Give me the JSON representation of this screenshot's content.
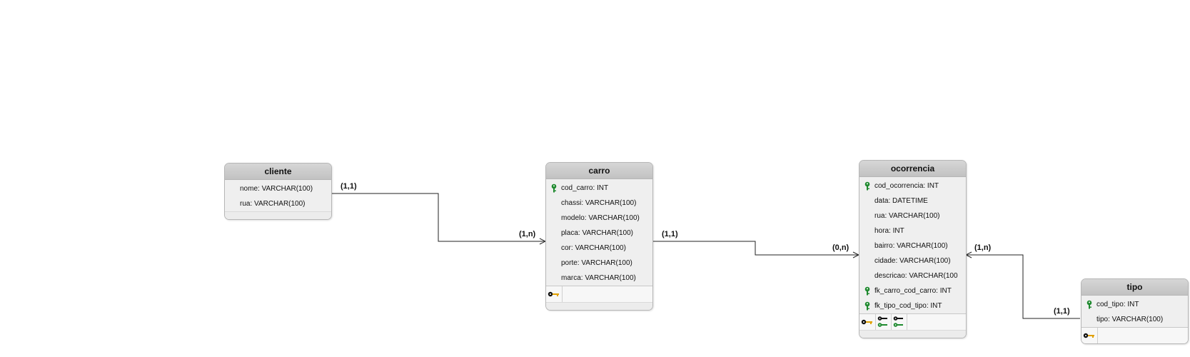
{
  "entities": {
    "cliente": {
      "name": "cliente",
      "attrs": [
        "nome: VARCHAR(100)",
        "rua: VARCHAR(100)"
      ]
    },
    "carro": {
      "name": "carro",
      "attrs": [
        "cod_carro: INT",
        "chassi: VARCHAR(100)",
        "modelo: VARCHAR(100)",
        "placa: VARCHAR(100)",
        "cor: VARCHAR(100)",
        "porte: VARCHAR(100)",
        "marca: VARCHAR(100)"
      ]
    },
    "ocorrencia": {
      "name": "ocorrencia",
      "attrs": [
        "cod_ocorrencia: INT",
        "data: DATETIME",
        "rua: VARCHAR(100)",
        "hora: INT",
        "bairro: VARCHAR(100)",
        "cidade: VARCHAR(100)",
        "descricao: VARCHAR(100",
        "fk_carro_cod_carro: INT",
        "fk_tipo_cod_tipo: INT"
      ]
    },
    "tipo": {
      "name": "tipo",
      "attrs": [
        "cod_tipo: INT",
        "tipo: VARCHAR(100)"
      ]
    }
  },
  "cardinalities": {
    "cliente_side": "(1,1)",
    "carro_from_cliente": "(1,n)",
    "carro_to_ocorrencia": "(1,1)",
    "ocorrencia_from_carro": "(0,n)",
    "ocorrencia_from_tipo": "(1,n)",
    "tipo_side": "(1,1)"
  },
  "icons": {
    "primary_key": "green-key-icon",
    "foreign_key": "green-key-icon",
    "pk_index": "black-yellow-key-icon",
    "fk_index": "black-green-keys-icon"
  },
  "colors": {
    "key_green": "#1f8a2f",
    "key_gold": "#e0a000",
    "key_black": "#111111",
    "line": "#222222"
  }
}
